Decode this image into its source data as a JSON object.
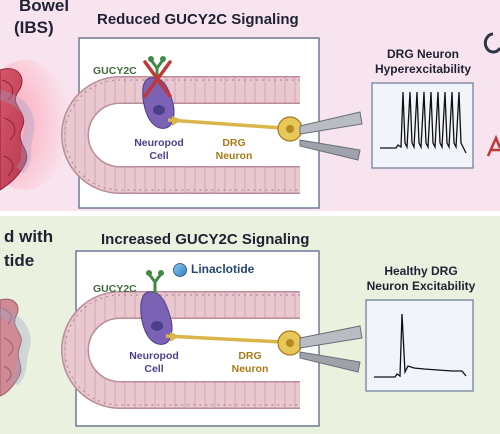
{
  "top_panel": {
    "side_label_lines": [
      "Bowel",
      "(IBS)"
    ],
    "title": "Reduced GUCY2C Signaling",
    "gucy2c_label": "GUCY2C",
    "neuropod_label_lines": [
      "Neuropod",
      "Cell"
    ],
    "drg_label_lines": [
      "DRG",
      "Neuron"
    ],
    "trace_title_lines": [
      "DRG Neuron",
      "Hyperexcitability"
    ],
    "state": "reduced signaling, receptor crossed out",
    "spike_count": 9
  },
  "bottom_panel": {
    "side_label_lines": [
      "d with",
      "tide"
    ],
    "title": "Increased GUCY2C Signaling",
    "gucy2c_label": "GUCY2C",
    "drug_label": "Linaclotide",
    "neuropod_label_lines": [
      "Neuropod",
      "Cell"
    ],
    "drg_label_lines": [
      "DRG",
      "Neuron"
    ],
    "trace_title_lines": [
      "Healthy DRG",
      "Neuron Excitability"
    ],
    "state": "increased signaling",
    "spike_count": 1
  },
  "colors": {
    "top_band": "#f8e4ee",
    "bottom_band": "#eaf1de",
    "intestine_fill": "#e9c8d0",
    "intestine_stroke": "#b98c99",
    "neuropod_cell": "#7b62b4",
    "receptor_green": "#3f8a44",
    "cross_red": "#c43535",
    "axon_gold": "#d9b54a",
    "linaclotide_blue": "#3b8fd3"
  },
  "icons": [
    "bowel-icon",
    "electrode-icon",
    "linaclotide-icon",
    "cross-icon"
  ]
}
